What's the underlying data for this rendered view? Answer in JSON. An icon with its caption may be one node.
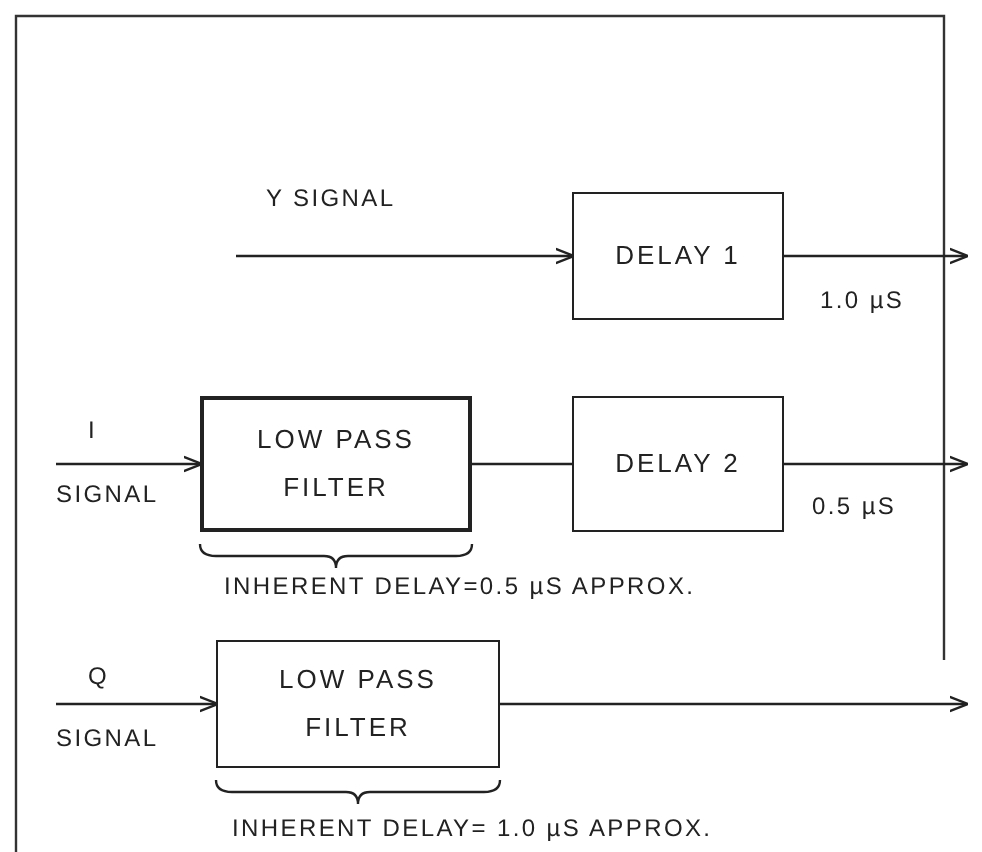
{
  "diagram": {
    "nodes": [
      {
        "text": [
          "DELAY 1"
        ]
      },
      {
        "text": [
          "LOW PASS FILTER"
        ],
        "beside": [
          "INHERENT DELAY=0.5 µS APPROX."
        ]
      },
      {
        "text": [
          "DELAY 2"
        ]
      },
      {
        "text": [
          "LOW PASS FILTER"
        ],
        "beside": [
          "INHERENT DELAY= 1.0 µS APPROX."
        ]
      }
    ],
    "edges": [
      {
        "from": null,
        "to": 0,
        "arrow": "to"
      },
      {
        "from": 0,
        "to": null,
        "arrow": "to"
      },
      {
        "from": null,
        "to": 1,
        "arrow": "to"
      },
      {
        "from": 1,
        "to": 2,
        "arrow": "none"
      },
      {
        "from": 2,
        "to": null,
        "arrow": "to"
      },
      {
        "from": null,
        "to": 3,
        "arrow": "to"
      },
      {
        "from": 3,
        "to": null,
        "arrow": "to"
      }
    ],
    "labels": [
      "Y SIGNAL",
      "1.0 µS",
      "I",
      "SIGNAL",
      "0.5 µS",
      "Q",
      "SIGNAL"
    ]
  }
}
